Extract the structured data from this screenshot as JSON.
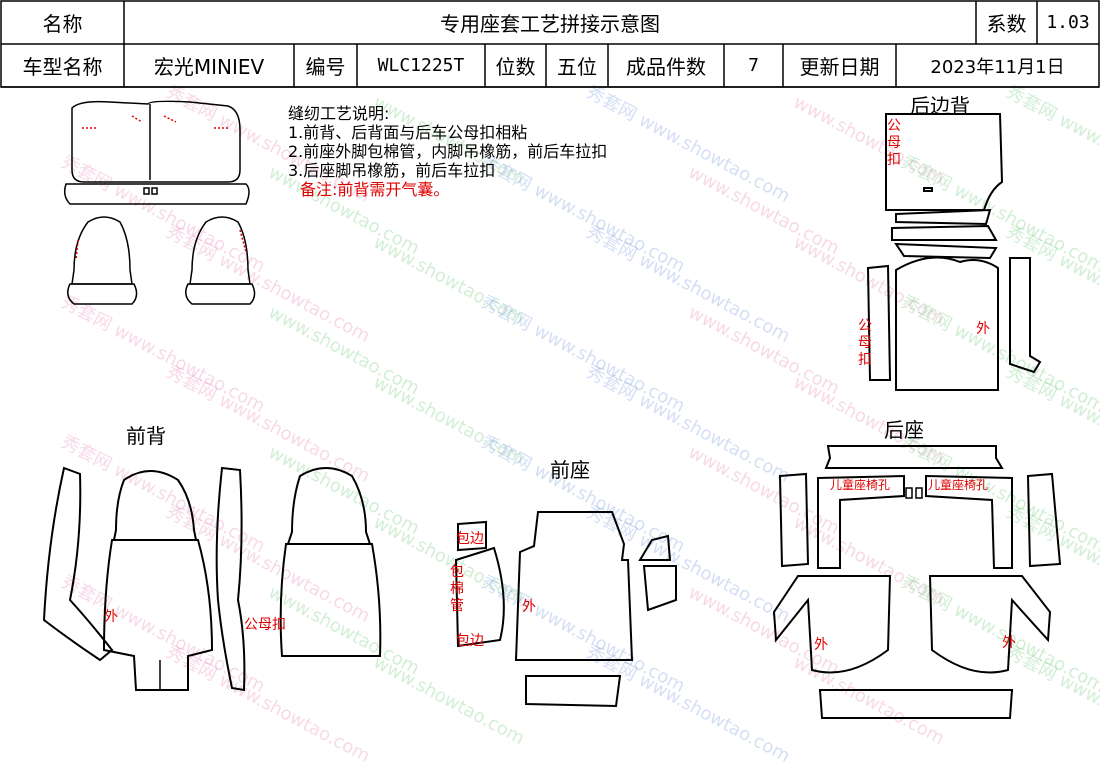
{
  "header": {
    "name_label": "名称",
    "doc_title": "专用座套工艺拼接示意图",
    "coef_label": "系数",
    "coef_value": "1.03",
    "model_label": "车型名称",
    "model_value": "宏光MINIEV",
    "code_label": "编号",
    "code_value": "WLC1225T",
    "seats_label": "位数",
    "seats_value": "五位",
    "pieces_label": "成品件数",
    "pieces_value": "7",
    "update_label": "更新日期",
    "update_value": "2023年11月1日"
  },
  "notes": {
    "heading": "缝纫工艺说明:",
    "lines": [
      "1.前背、后背面与后车公母扣相粘",
      "2.前座外脚包棉管，内脚吊橡筋，前后车拉扣",
      "3.后座脚吊橡筋，前后车拉扣"
    ],
    "remark": "备注:前背需开气囊。"
  },
  "sections": {
    "front_back": "前背",
    "front_seat": "前座",
    "rear_back": "后边背",
    "rear_seat": "后座"
  },
  "labels": {
    "outer": "外",
    "snap": "公母扣",
    "edge": "包边",
    "cotton_tube": "包棉管",
    "child_seat_hole": "儿童座椅孔"
  },
  "watermark": {
    "cn": "秀套网",
    "url": "www.showtao.com"
  },
  "colors": {
    "annotation": "#e00000",
    "watermark_pink": "#e37ab0",
    "watermark_green": "#5fc46a",
    "watermark_blue": "#6a8fd8"
  }
}
